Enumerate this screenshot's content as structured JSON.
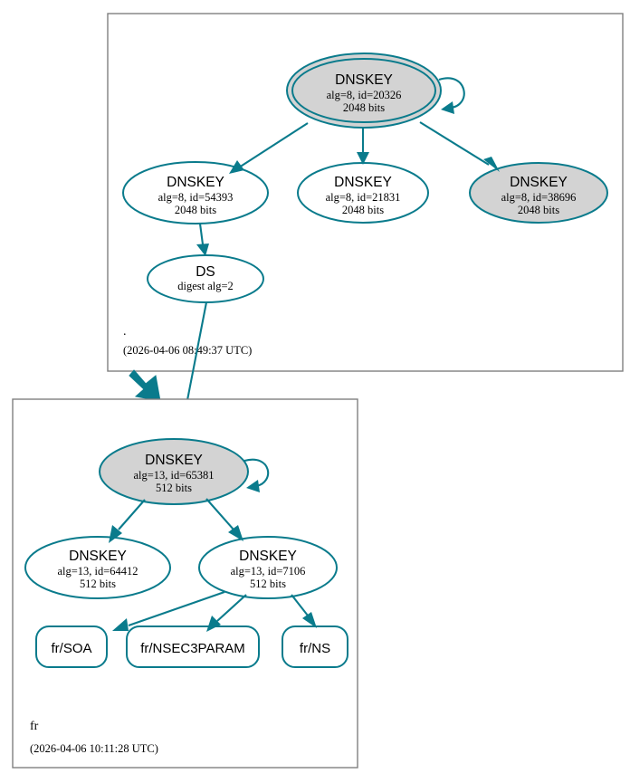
{
  "diagram": {
    "type": "dnssec-authentication-chain",
    "title": "DNSSEC authentication chain for fr",
    "colors": {
      "accent": "#0a7b8c",
      "secure_fill": "#d3d3d3",
      "plain_fill": "#ffffff",
      "zone_border": "#7f7f7f",
      "text": "#000000"
    }
  },
  "zones": [
    {
      "id": "root",
      "name": ".",
      "timestamp": "(2026-04-06 08:49:37 UTC)",
      "nodes": [
        {
          "id": "root-ksk-20326",
          "kind": "DNSKEY",
          "label": "DNSKEY",
          "params": "alg=8, id=20326",
          "size": "2048 bits",
          "trust_anchor": true,
          "shaded": true,
          "self_signed": true
        },
        {
          "id": "root-zsk-54393",
          "kind": "DNSKEY",
          "label": "DNSKEY",
          "params": "alg=8, id=54393",
          "size": "2048 bits",
          "trust_anchor": false,
          "shaded": false,
          "self_signed": false
        },
        {
          "id": "root-zsk-21831",
          "kind": "DNSKEY",
          "label": "DNSKEY",
          "params": "alg=8, id=21831",
          "size": "2048 bits",
          "trust_anchor": false,
          "shaded": false,
          "self_signed": false
        },
        {
          "id": "root-zsk-38696",
          "kind": "DNSKEY",
          "label": "DNSKEY",
          "params": "alg=8, id=38696",
          "size": "2048 bits",
          "trust_anchor": false,
          "shaded": true,
          "self_signed": false
        },
        {
          "id": "root-ds-fr",
          "kind": "DS",
          "label": "DS",
          "params": "digest alg=2",
          "size": "",
          "trust_anchor": false,
          "shaded": false,
          "self_signed": false
        }
      ]
    },
    {
      "id": "fr",
      "name": "fr",
      "timestamp": "(2026-04-06 10:11:28 UTC)",
      "nodes": [
        {
          "id": "fr-ksk-65381",
          "kind": "DNSKEY",
          "label": "DNSKEY",
          "params": "alg=13, id=65381",
          "size": "512 bits",
          "trust_anchor": false,
          "shaded": true,
          "self_signed": true
        },
        {
          "id": "fr-zsk-64412",
          "kind": "DNSKEY",
          "label": "DNSKEY",
          "params": "alg=13, id=64412",
          "size": "512 bits",
          "trust_anchor": false,
          "shaded": false,
          "self_signed": false
        },
        {
          "id": "fr-zsk-7106",
          "kind": "DNSKEY",
          "label": "DNSKEY",
          "params": "alg=13, id=7106",
          "size": "512 bits",
          "trust_anchor": false,
          "shaded": false,
          "self_signed": false
        },
        {
          "id": "fr-soa",
          "kind": "RRSET",
          "label": "fr/SOA",
          "params": "",
          "size": ""
        },
        {
          "id": "fr-nsec3param",
          "kind": "RRSET",
          "label": "fr/NSEC3PARAM",
          "params": "",
          "size": ""
        },
        {
          "id": "fr-ns",
          "kind": "RRSET",
          "label": "fr/NS",
          "params": "",
          "size": ""
        }
      ]
    }
  ],
  "edges": [
    {
      "from": "root-ksk-20326",
      "to": "root-ksk-20326",
      "type": "self-signature"
    },
    {
      "from": "root-ksk-20326",
      "to": "root-zsk-54393",
      "type": "signature"
    },
    {
      "from": "root-ksk-20326",
      "to": "root-zsk-21831",
      "type": "signature"
    },
    {
      "from": "root-ksk-20326",
      "to": "root-zsk-38696",
      "type": "signature"
    },
    {
      "from": "root-zsk-54393",
      "to": "root-ds-fr",
      "type": "signature"
    },
    {
      "from": "root-ds-fr",
      "to": "fr-ksk-65381",
      "type": "delegation"
    },
    {
      "from": "root",
      "to": "fr",
      "type": "zone-delegation"
    },
    {
      "from": "fr-ksk-65381",
      "to": "fr-ksk-65381",
      "type": "self-signature"
    },
    {
      "from": "fr-ksk-65381",
      "to": "fr-zsk-64412",
      "type": "signature"
    },
    {
      "from": "fr-ksk-65381",
      "to": "fr-zsk-7106",
      "type": "signature"
    },
    {
      "from": "fr-zsk-7106",
      "to": "fr-soa",
      "type": "signature"
    },
    {
      "from": "fr-zsk-7106",
      "to": "fr-nsec3param",
      "type": "signature"
    },
    {
      "from": "fr-zsk-7106",
      "to": "fr-ns",
      "type": "signature"
    }
  ]
}
